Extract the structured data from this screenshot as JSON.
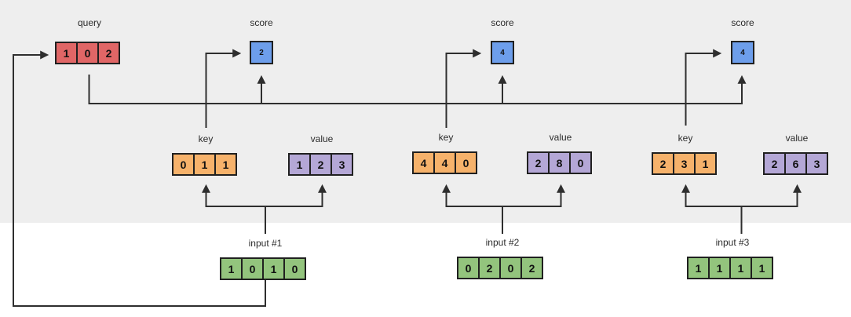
{
  "colors": {
    "query_fill": "#e06666",
    "score_fill": "#6d9eeb",
    "key_fill": "#f6b26b",
    "value_fill": "#b4a7d6",
    "input_fill": "#93c47d",
    "box_border": "#202020",
    "arrow": "#2e2e2e",
    "band_bg": "#eeeeee",
    "page_bg": "#ffffff"
  },
  "labels": {
    "query": "query",
    "score": "score",
    "key": "key",
    "value": "value"
  },
  "query": {
    "cells": [
      "1",
      "0",
      "2"
    ]
  },
  "groups": [
    {
      "input_label": "input #1",
      "score": "2",
      "key_cells": [
        "0",
        "1",
        "1"
      ],
      "value_cells": [
        "1",
        "2",
        "3"
      ],
      "input_cells": [
        "1",
        "0",
        "1",
        "0"
      ]
    },
    {
      "input_label": "input #2",
      "score": "4",
      "key_cells": [
        "4",
        "4",
        "0"
      ],
      "value_cells": [
        "2",
        "8",
        "0"
      ],
      "input_cells": [
        "0",
        "2",
        "0",
        "2"
      ]
    },
    {
      "input_label": "input #3",
      "score": "4",
      "key_cells": [
        "2",
        "3",
        "1"
      ],
      "value_cells": [
        "2",
        "6",
        "3"
      ],
      "input_cells": [
        "1",
        "1",
        "1",
        "1"
      ]
    }
  ]
}
